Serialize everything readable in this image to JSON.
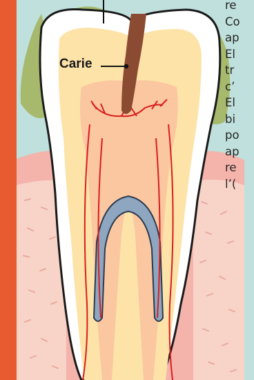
{
  "labels": {
    "carie": "Carie"
  },
  "side_text_fragments": [
    "re",
    "Co",
    "ap",
    "El",
    "tr",
    "c’",
    "El",
    "bi",
    "po",
    "ap",
    "re",
    "l’("
  ],
  "colors": {
    "left_band": "#e85a30",
    "background": "#bfe0dc",
    "gum": "#f4b3ab",
    "bone": "#f8d4c8",
    "enamel": "#ffffff",
    "dentin": "#fde3a8",
    "pulp": "#fbc7a0",
    "cavity": "#8b4a32",
    "nerve": "#d81e1e",
    "root_canal": "#8fa6c0",
    "tartar": "#a6b96d"
  }
}
